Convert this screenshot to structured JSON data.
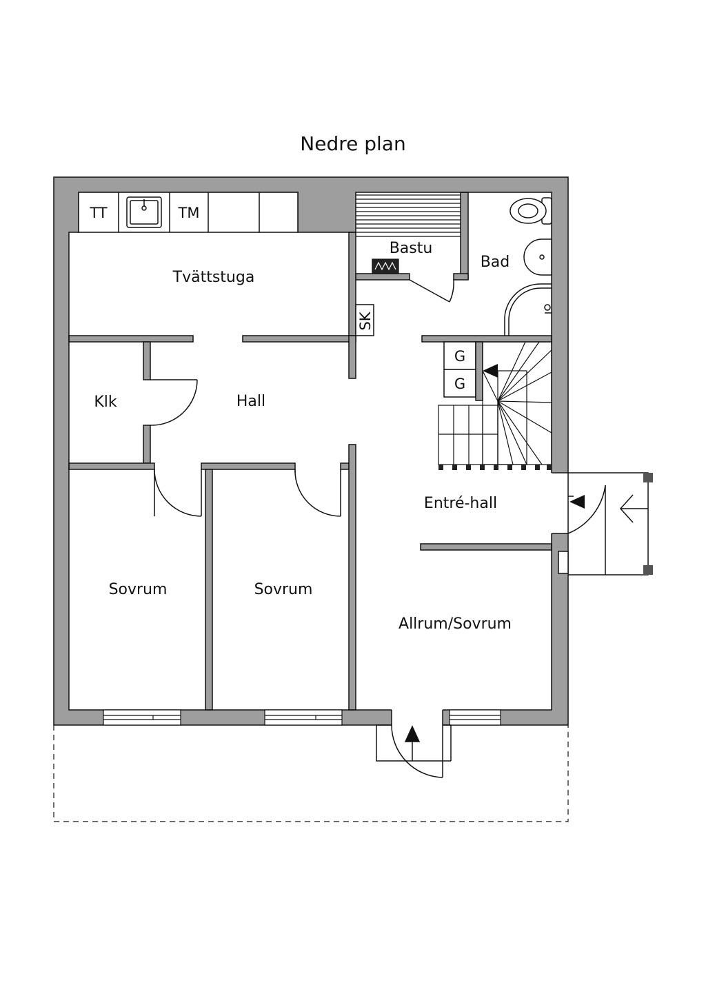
{
  "title": "Nedre plan",
  "rooms": {
    "tvattstuga": "Tvättstuga",
    "bastu": "Bastu",
    "bad": "Bad",
    "klk": "Klk",
    "hall": "Hall",
    "entre_hall": "Entré-hall",
    "sovrum_1": "Sovrum",
    "sovrum_2": "Sovrum",
    "allrum": "Allrum/Sovrum"
  },
  "fixtures": {
    "tumble_dryer": "TT",
    "washing_machine": "TM",
    "closet": "SK",
    "cabinet_1": "G",
    "cabinet_2": "G"
  },
  "colors": {
    "wall": "#9e9e9e",
    "line": "#111111",
    "background": "#ffffff"
  }
}
